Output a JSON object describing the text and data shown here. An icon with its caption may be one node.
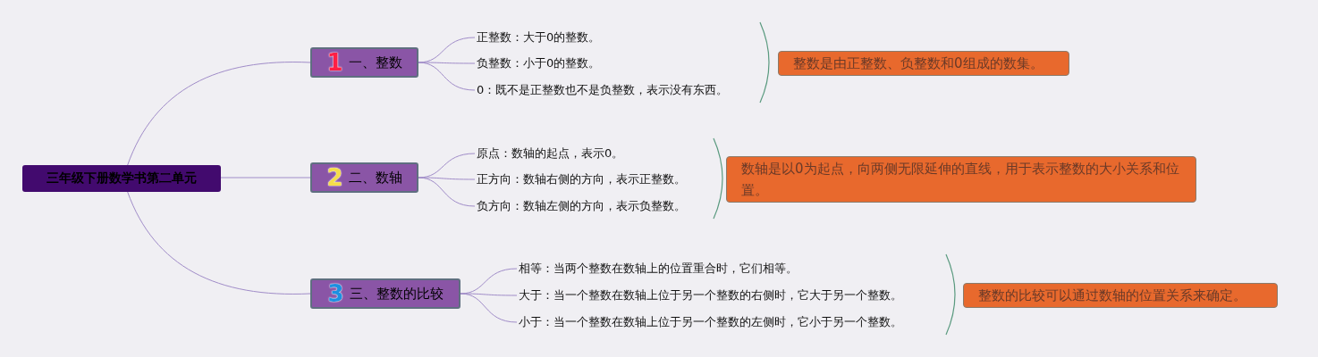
{
  "diagram": {
    "nodes": [
      {
        "text": [
          "三年级下册数学书第二单元"
        ]
      },
      {
        "text": [
          "1",
          "一、整数"
        ]
      },
      {
        "text": [
          "2",
          "二、数轴"
        ]
      },
      {
        "text": [
          "3",
          "三、整数的比较"
        ]
      },
      {
        "text": [
          "正整数：大于0的整数。"
        ]
      },
      {
        "text": [
          "负整数：小于0的整数。"
        ]
      },
      {
        "text": [
          "0：既不是正整数也不是负整数，表示没有东西。"
        ]
      },
      {
        "text": [
          "整数是由正整数、负整数和0组成的数集。"
        ]
      },
      {
        "text": [
          "原点：数轴的起点，表示0。"
        ]
      },
      {
        "text": [
          "正方向：数轴右侧的方向，表示正整数。"
        ]
      },
      {
        "text": [
          "负方向：数轴左侧的方向，表示负整数。"
        ]
      },
      {
        "text": [
          "数轴是以0为起点，向两侧无限延伸的直线，用于表示整数的大小关系和位置。"
        ]
      },
      {
        "text": [
          "相等：当两个整数在数轴上的位置重合时，它们相等。"
        ]
      },
      {
        "text": [
          "大于：当一个整数在数轴上位于另一个整数的右侧时，它大于另一个整数。"
        ]
      },
      {
        "text": [
          "小于：当一个整数在数轴上位于另一个整数的左侧时，它小于另一个整数。"
        ]
      },
      {
        "text": [
          "整数的比较可以通过数轴的位置关系来确定。"
        ]
      }
    ],
    "edges": [
      {
        "from": 0,
        "to": 1,
        "arrow": "none"
      },
      {
        "from": 0,
        "to": 2,
        "arrow": "none"
      },
      {
        "from": 0,
        "to": 3,
        "arrow": "none"
      },
      {
        "from": 1,
        "to": 4,
        "arrow": "none"
      },
      {
        "from": 1,
        "to": 5,
        "arrow": "none"
      },
      {
        "from": 1,
        "to": 6,
        "arrow": "none"
      },
      {
        "from": 2,
        "to": 8,
        "arrow": "none"
      },
      {
        "from": 2,
        "to": 9,
        "arrow": "none"
      },
      {
        "from": 2,
        "to": 10,
        "arrow": "none"
      },
      {
        "from": 3,
        "to": 12,
        "arrow": "none"
      },
      {
        "from": 3,
        "to": 13,
        "arrow": "none"
      },
      {
        "from": 3,
        "to": 14,
        "arrow": "none"
      }
    ]
  }
}
